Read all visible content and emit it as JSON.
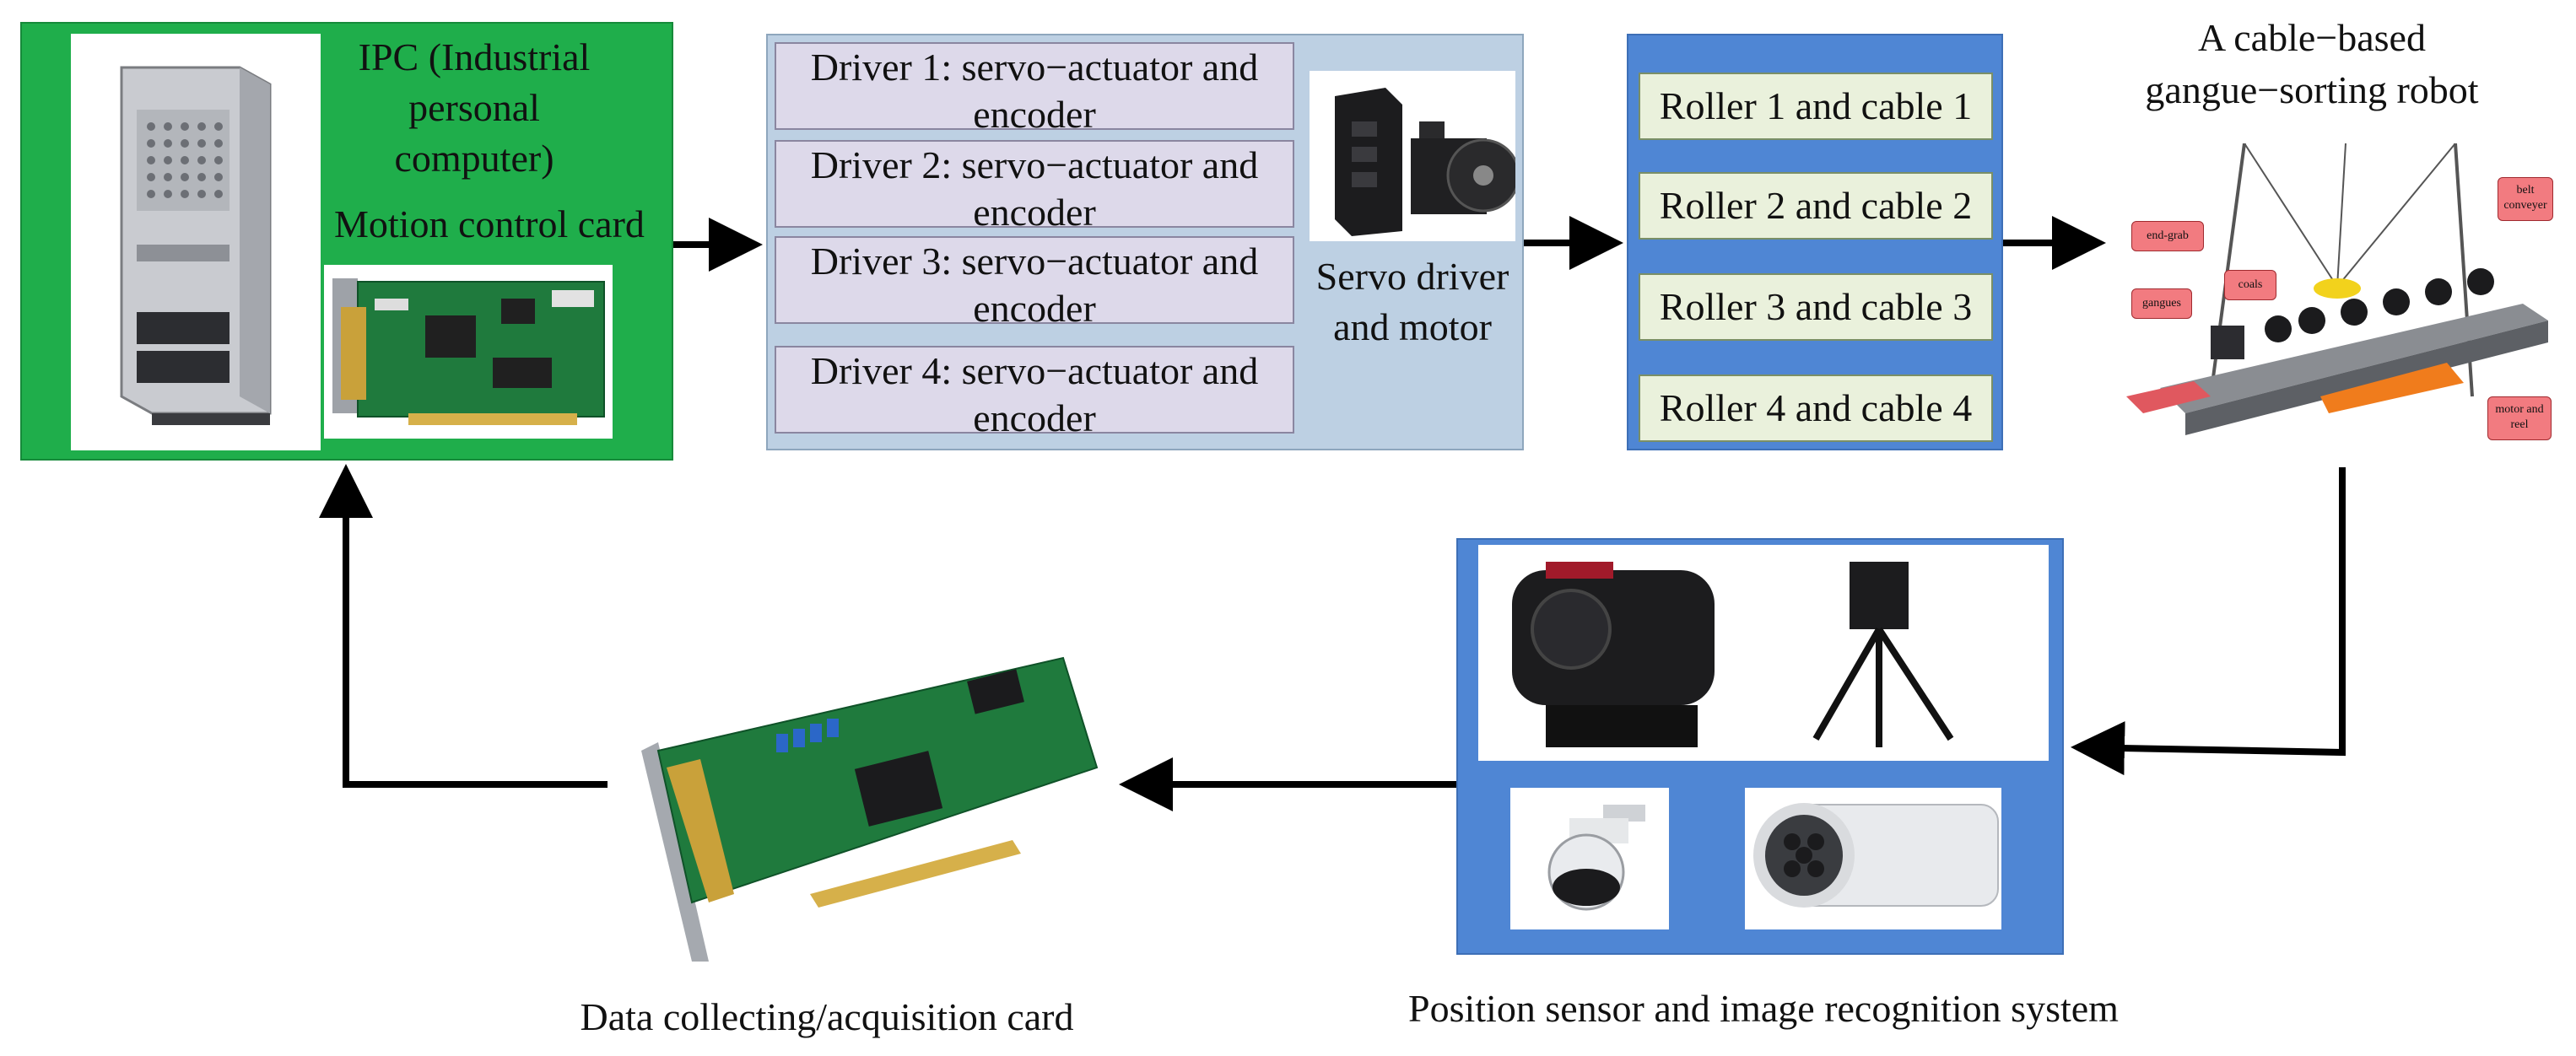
{
  "ipc": {
    "label": "IPC (Industrial personal computer)",
    "motion_card_label": "Motion control card"
  },
  "drivers": {
    "items": [
      "Driver 1: servo−actuator and encoder",
      "Driver 2: servo−actuator and encoder",
      "Driver 3: servo−actuator and encoder",
      "Driver 4: servo−actuator and encoder"
    ],
    "servo_label": "Servo driver and motor"
  },
  "rollers": {
    "items": [
      "Roller 1 and cable 1",
      "Roller 2 and cable 2",
      "Roller 3 and cable 3",
      "Roller 4 and cable 4"
    ]
  },
  "robot": {
    "title": "A cable−based gangue−sorting robot",
    "callouts": {
      "end_grab": "end-grab",
      "coals": "coals",
      "gangues": "gangues",
      "belt_conveyer": "belt conveyer",
      "motor_reel": "motor and reel"
    }
  },
  "sensor": {
    "caption": "Position sensor and image recognition system"
  },
  "daq": {
    "caption": "Data collecting/acquisition card"
  },
  "colors": {
    "ipc_green": "#1fae4b",
    "driver_panel": "#bdd0e3",
    "driver_box": "#ddd9ea",
    "roller_panel": "#4f86d4",
    "roller_box": "#eaf1dc",
    "arrow": "#000000"
  }
}
